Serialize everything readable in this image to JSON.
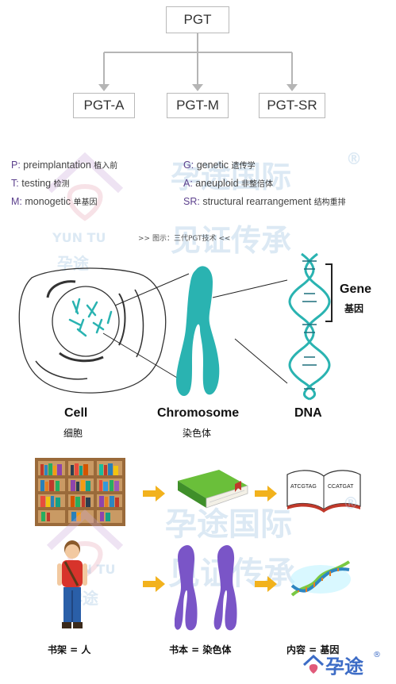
{
  "tree": {
    "root": "PGT",
    "children": [
      "PGT-A",
      "PGT-M",
      "PGT-SR"
    ]
  },
  "definitions": [
    {
      "key": "P:",
      "en": "preimplantation",
      "zh": "植入前"
    },
    {
      "key": "T:",
      "en": "testing",
      "zh": "检测"
    },
    {
      "key": "M:",
      "en": "monogetic",
      "zh": "单基因"
    },
    {
      "key": "G:",
      "en": "genetic",
      "zh": "遗传学"
    },
    {
      "key": "A:",
      "en": "aneuploid",
      "zh": "非整倍体"
    },
    {
      "key": "SR:",
      "en": "structural rearrangement",
      "zh": "结构重排"
    }
  ],
  "caption": ">> 图示：三代PGT技术 <<",
  "diagram": {
    "gene_en": "Gene",
    "gene_zh": "基因",
    "cell_en": "Cell",
    "cell_zh": "细胞",
    "chrom_en": "Chromosome",
    "chrom_zh": "染色体",
    "dna_en": "DNA",
    "dna_seq1": "ATCGTAG",
    "dna_seq2": "CCATGAT"
  },
  "analogy": {
    "label1": "书架 = 人",
    "label2": "书本 = 染色体",
    "label3": "内容 = 基因"
  },
  "watermark": {
    "text1": "孕途国际",
    "text2": "见证传承",
    "yuntu": "YUN TU",
    "yuntu_zh": "孕途",
    "reg": "®"
  },
  "logo": {
    "text": "孕途",
    "reg": "®"
  },
  "colors": {
    "teal": "#2ab3b1",
    "purple": "#7a55c7",
    "box_border": "#b9b9b9",
    "arrow": "#f2b21d"
  }
}
